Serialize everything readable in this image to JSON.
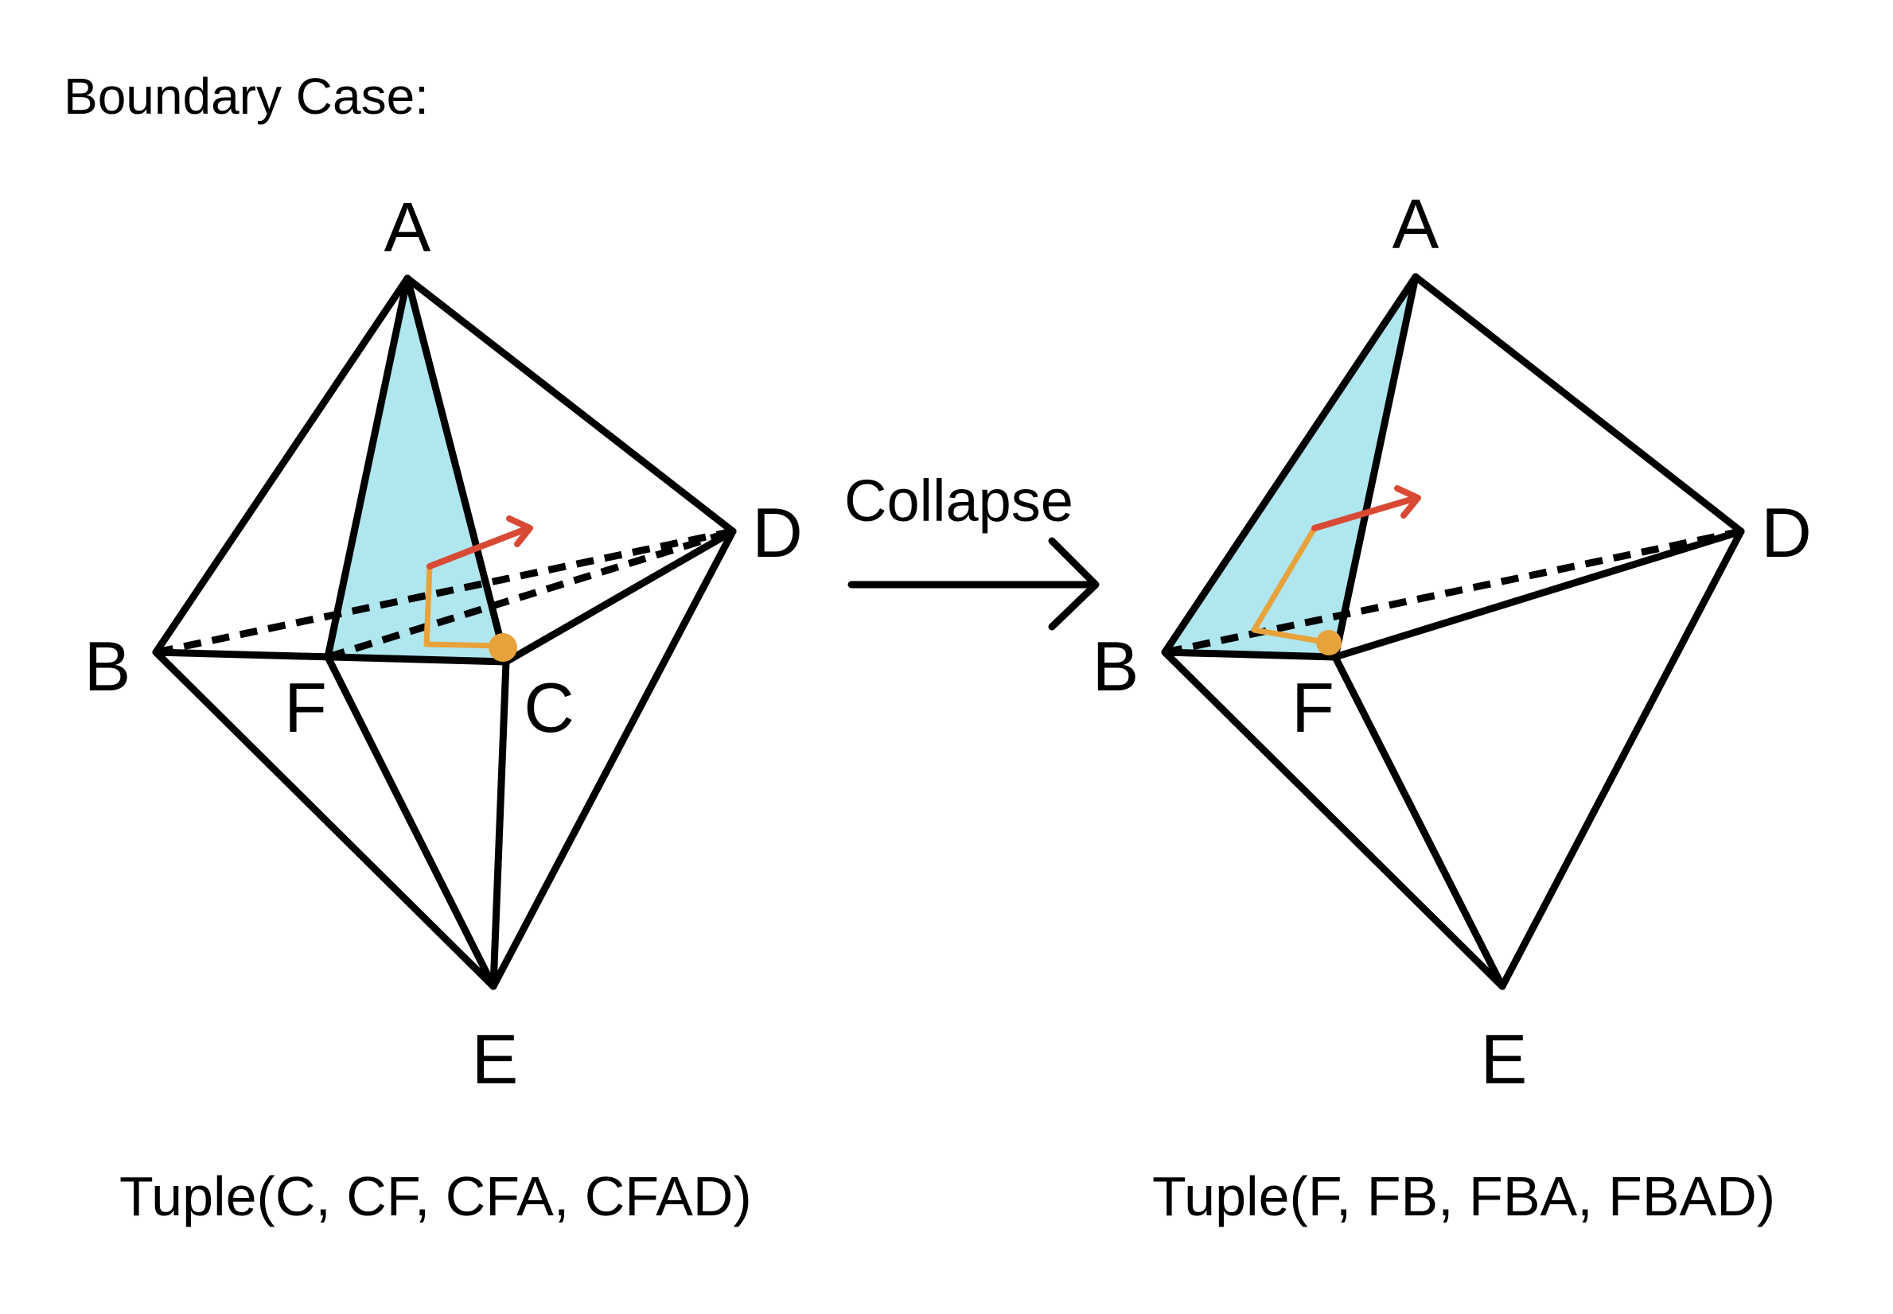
{
  "title": "Boundary Case:",
  "operation_label": "Collapse",
  "left": {
    "vertex_labels": {
      "A": "A",
      "B": "B",
      "C": "C",
      "D": "D",
      "E": "E",
      "F": "F"
    },
    "tuple": "Tuple(C, CF, CFA, CFAD)"
  },
  "right": {
    "vertex_labels": {
      "A": "A",
      "B": "B",
      "D": "D",
      "E": "E",
      "F": "F"
    },
    "tuple": "Tuple(F, FB, FBA, FBAD)"
  },
  "colors": {
    "face_fill": "#b0e6ee",
    "edge": "#000000",
    "tuple_path": "#e8a23c",
    "direction_arrow": "#d94a34"
  }
}
